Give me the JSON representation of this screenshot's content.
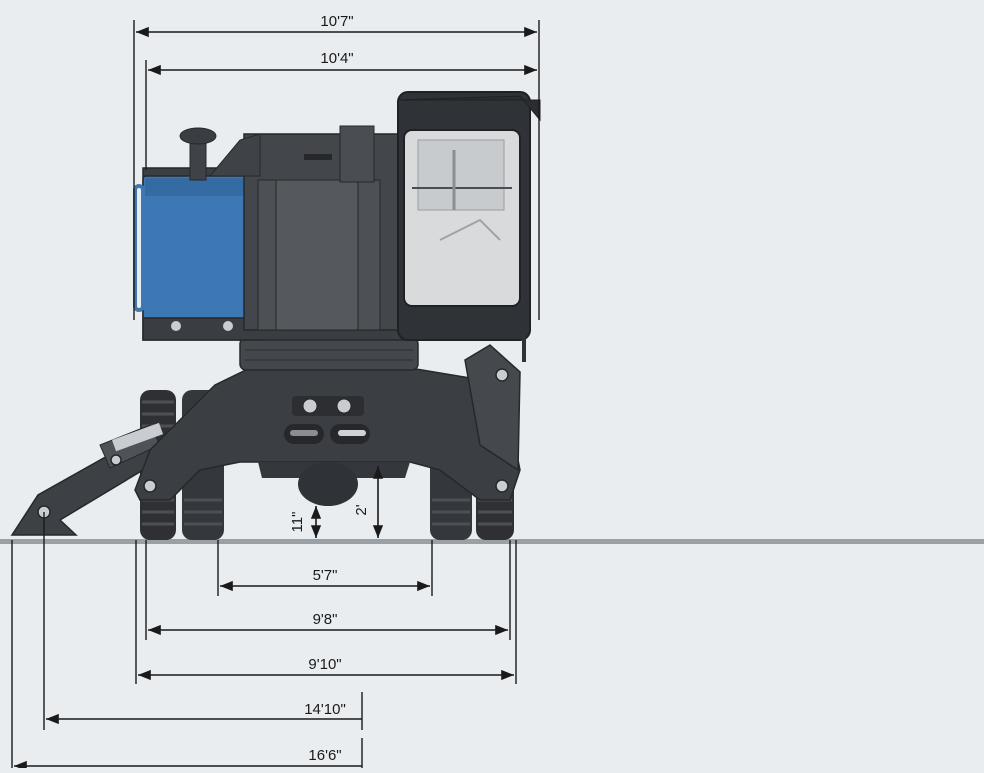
{
  "colors": {
    "background": "#e9edf0",
    "machine_dark": "#3b3e43",
    "machine_mid": "#4a4e54",
    "machine_light": "#5c6066",
    "accent_blue": "#3d78b4",
    "glass": "#d8dadc",
    "ground": "#9aa0a4",
    "dimension_line": "#1a1a1a"
  },
  "dimensions": {
    "overall_top": "10'7\"",
    "upper_width": "10'4\"",
    "track_inner": "5'7\"",
    "undercarriage_width": "9'8\"",
    "undercarriage_outer": "9'10\"",
    "outrigger_pad_span": "14'10\"",
    "outrigger_total_span": "16'6\"",
    "ground_clearance_axle": "11\"",
    "ground_clearance_frame": "2'"
  }
}
